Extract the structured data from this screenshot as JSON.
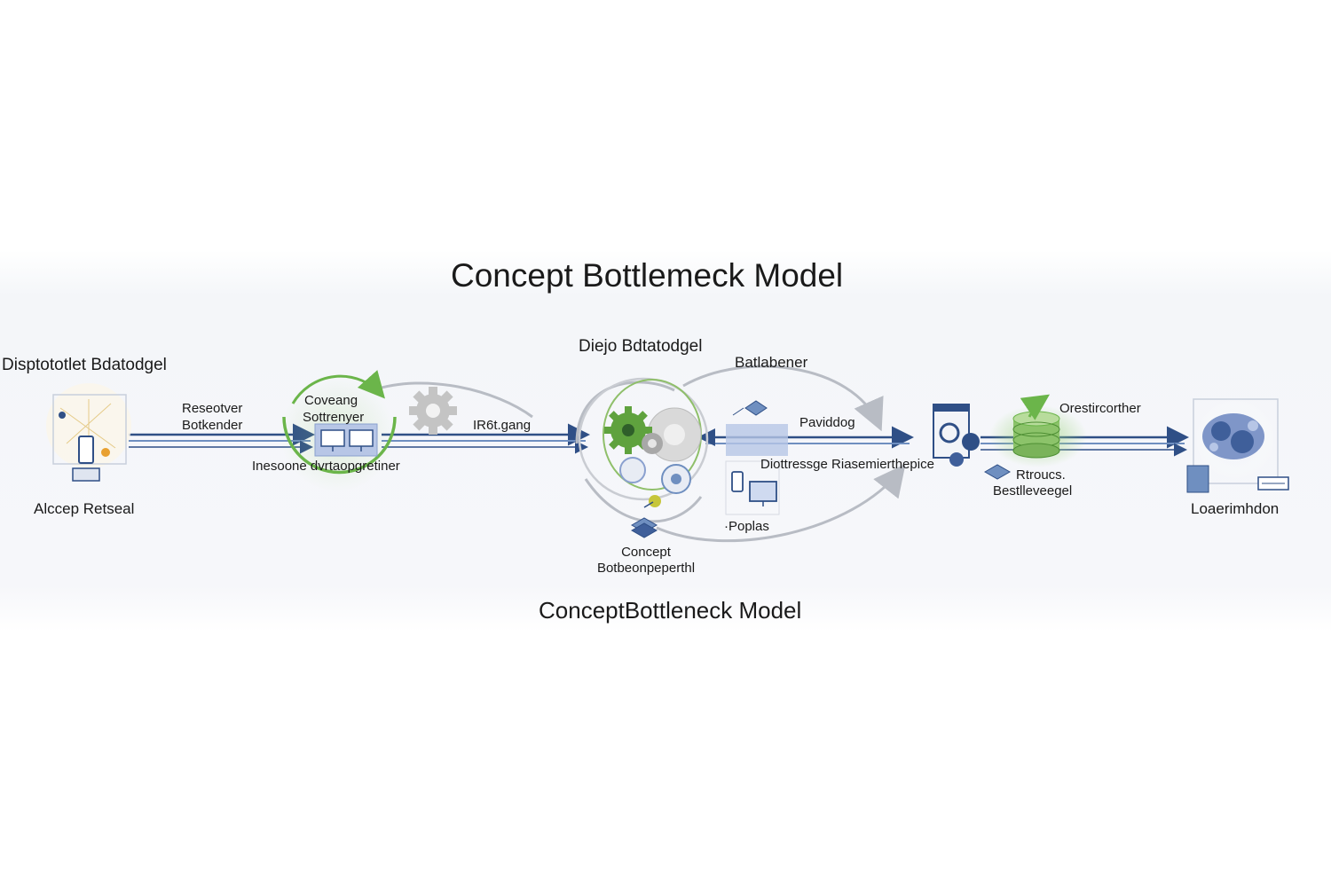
{
  "title": "Concept Bottlemeck Model",
  "subtitle": "ConceptBottleneck Model",
  "labels": {
    "left_header": "Disptototlet Bdatodgel",
    "left_caption": "Alccep Retseal",
    "resolver_line1": "Reseotver",
    "resolver_line2": "Botkender",
    "coveang_line1": "Coveang",
    "coveang_line2": "Sottrenyer",
    "ineseone": "Inesoone dvrtaopgretiner",
    "ir_gang": "IR6t.gang",
    "center_header": "Diejo Bdtatodgel",
    "batlabener": "Batlabener",
    "paviddog": "Paviddog",
    "diottressge": "Diottressge Riasemierthepice",
    "poplas": "·Poplas",
    "concept_line1": "Concept",
    "concept_line2": "Botbeonpeperthl",
    "orestircorther": "Orestircorther",
    "rtroucs": "Rtroucs.",
    "bestileveegel": "Bestlleveegel",
    "loaerimhdon": "Loaerimhdon"
  },
  "icons": {
    "left_node": "network-device-icon",
    "screens": "dual-monitor-icon",
    "gear_small": "gear-icon",
    "gears_cluster": "gears-cluster-icon",
    "concept_stack": "layer-stack-icon",
    "devices": "phone-monitor-icon",
    "server": "server-gear-icon",
    "database": "database-icon",
    "output": "brain-chart-icon"
  },
  "colors": {
    "arrow": "#2f4f86",
    "arrow_light": "#6f8fc0",
    "green": "#6bb54a",
    "gray_curve": "#b8bcc4",
    "icon_blue": "#3f5f9a"
  }
}
